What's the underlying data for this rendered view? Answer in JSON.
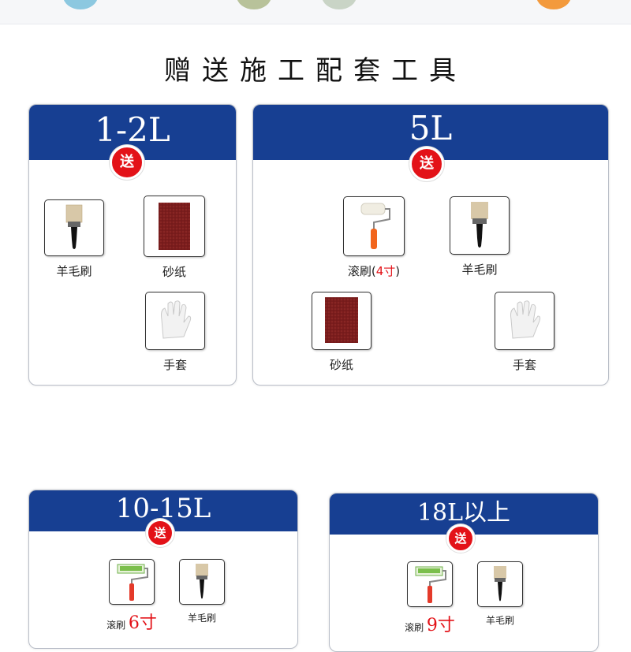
{
  "colors": {
    "header_blue": "#173f92",
    "badge_red": "#e31218",
    "swatches": [
      "#8cc8e0",
      "#b8c29a",
      "#c9d4c6",
      "#f39a3d"
    ]
  },
  "heading": "赠送施工配套工具",
  "badge_text": "送",
  "cards": [
    {
      "title": "1-2L",
      "items": [
        {
          "icon": "bristle-brush-icon",
          "label": "羊毛刷"
        },
        {
          "icon": "sandpaper-icon",
          "label": "砂纸"
        },
        {
          "icon": "glove-icon",
          "label": "手套"
        }
      ]
    },
    {
      "title": "5L",
      "items": [
        {
          "icon": "paint-roller-icon",
          "label": "滚刷(",
          "size": "4寸",
          "suffix": ")"
        },
        {
          "icon": "bristle-brush-icon",
          "label": "羊毛刷"
        },
        {
          "icon": "sandpaper-icon",
          "label": "砂纸"
        },
        {
          "icon": "glove-icon",
          "label": "手套"
        }
      ]
    },
    {
      "title": "10-15L",
      "items": [
        {
          "icon": "paint-roller-icon",
          "label": "滚刷",
          "size": "6寸"
        },
        {
          "icon": "bristle-brush-icon",
          "label": "羊毛刷"
        }
      ]
    },
    {
      "title": "18L以上",
      "items": [
        {
          "icon": "paint-roller-icon",
          "label": "滚刷",
          "size": "9寸"
        },
        {
          "icon": "bristle-brush-icon",
          "label": "羊毛刷"
        }
      ]
    }
  ]
}
